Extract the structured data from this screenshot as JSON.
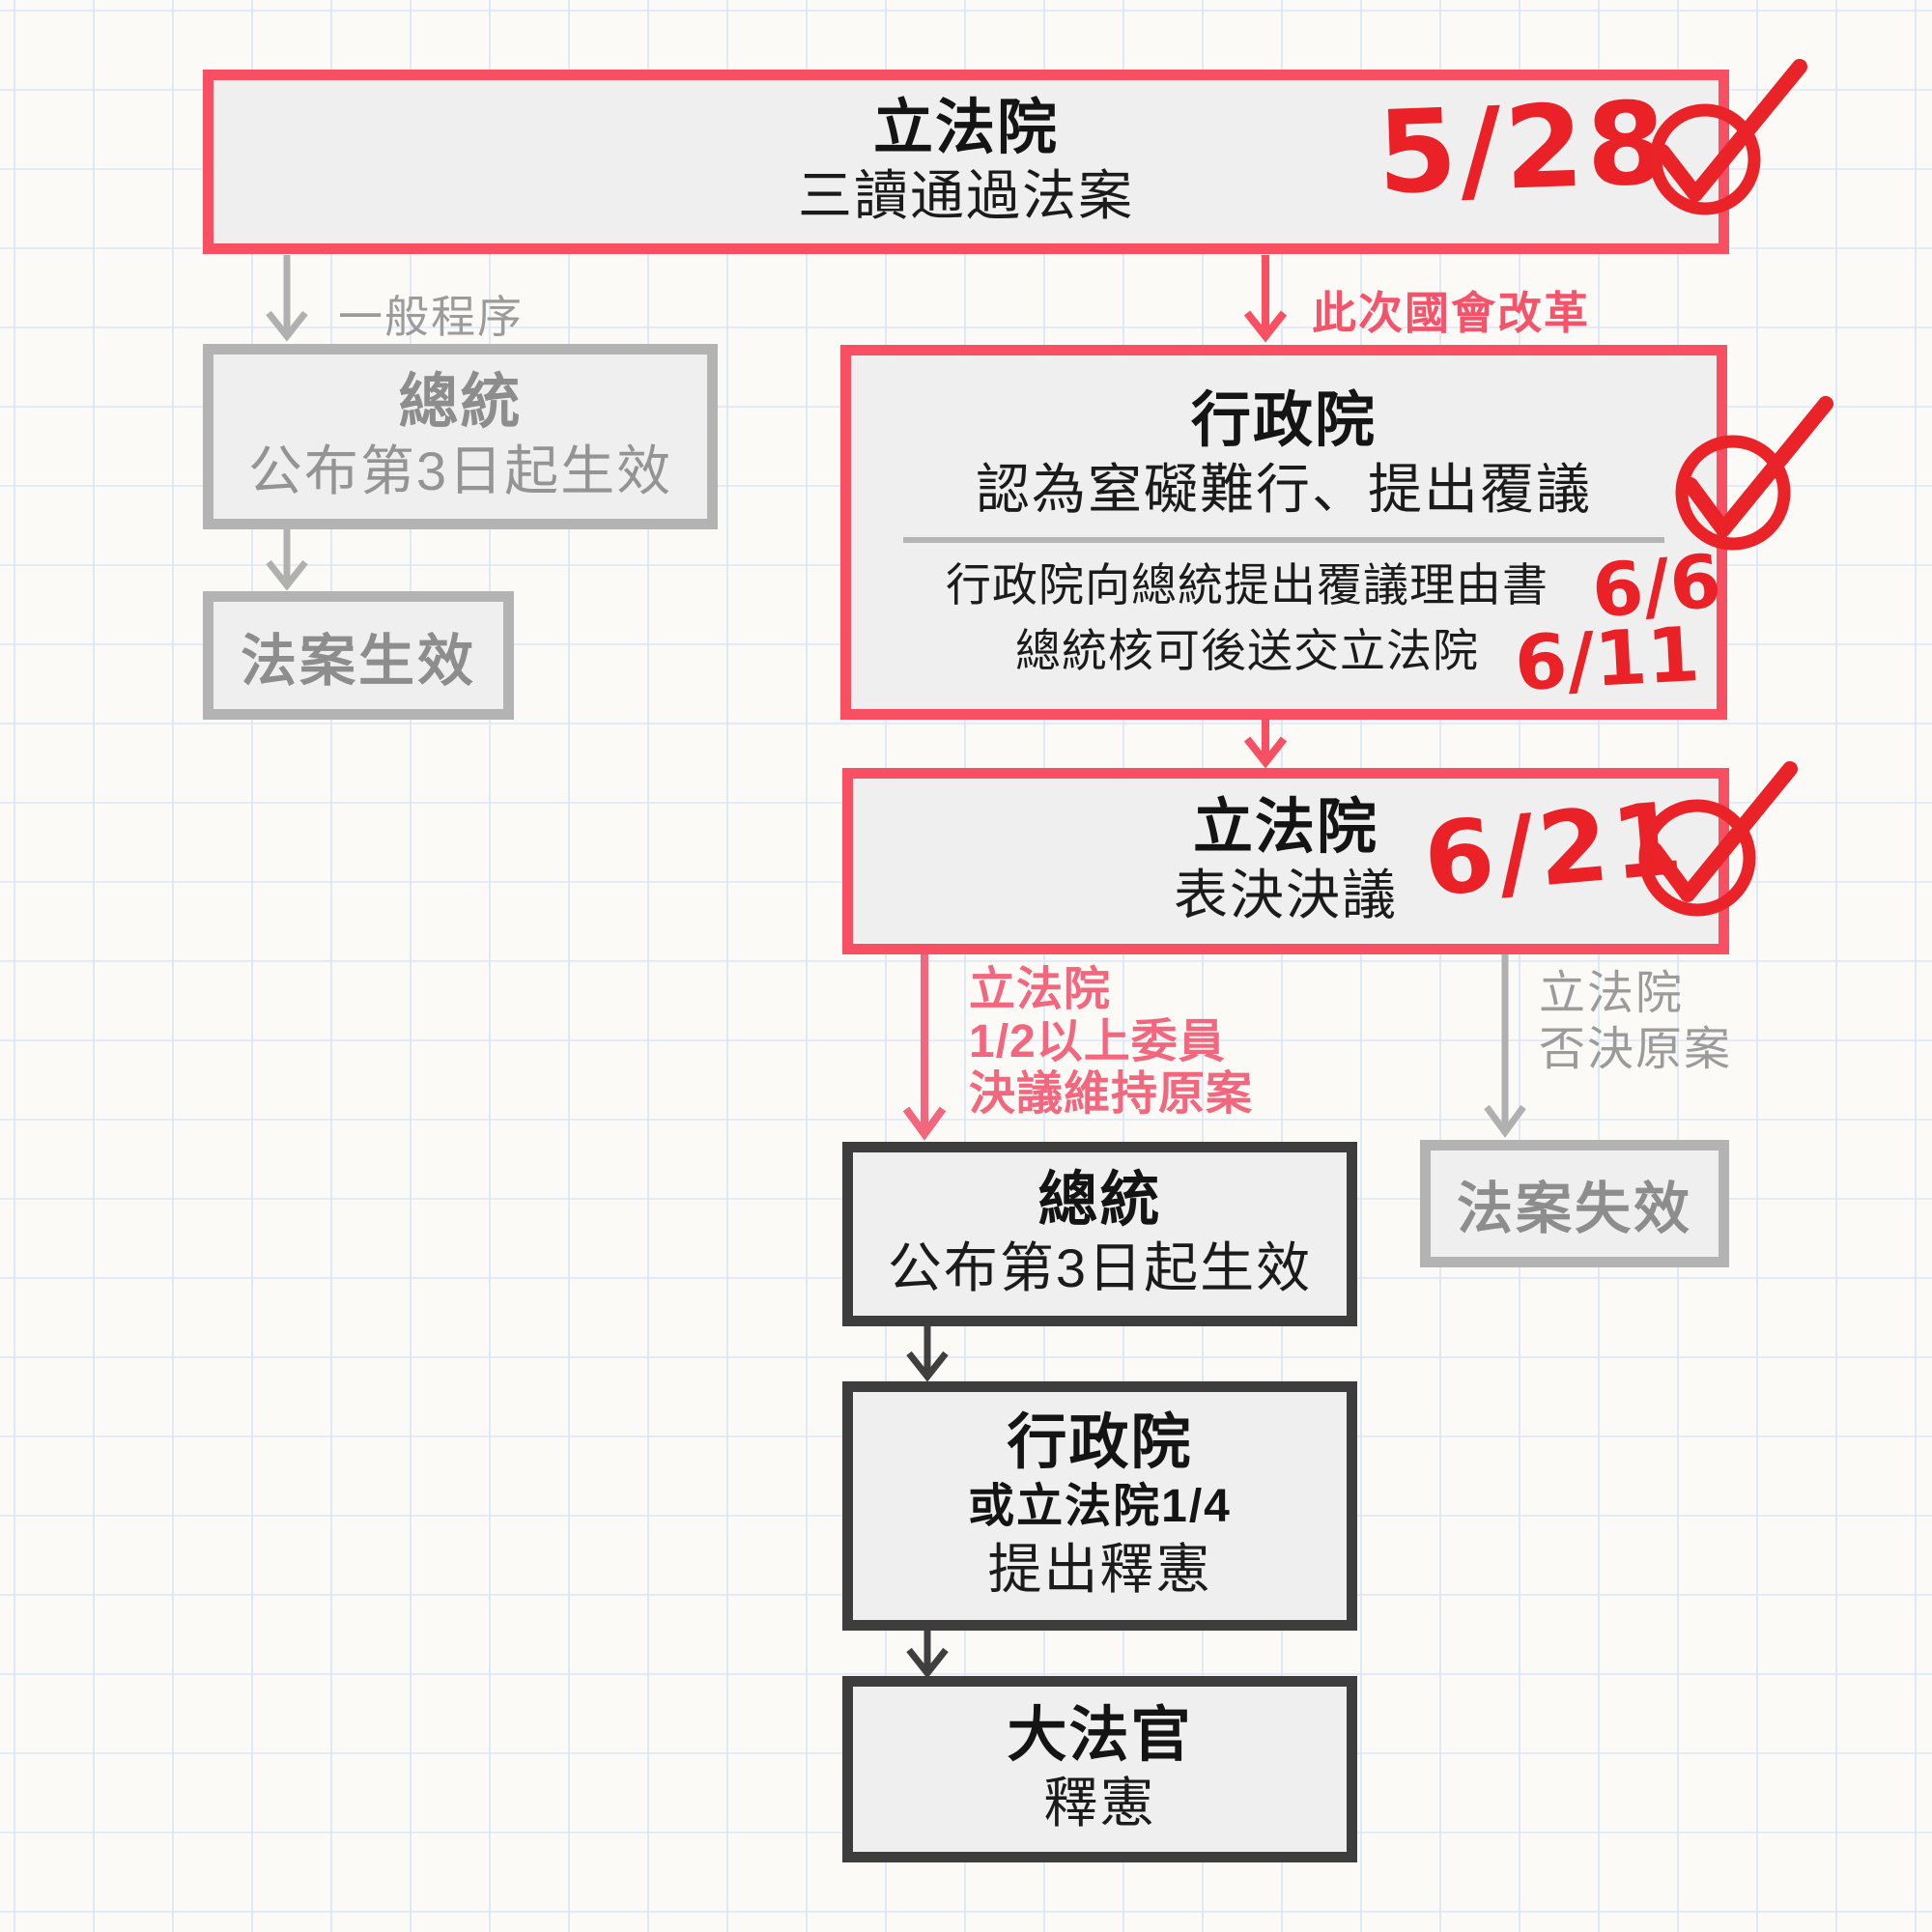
{
  "palette": {
    "paper": "#fbfaf7",
    "grid_line": "#dfe8f6",
    "box_fill": "#efefef",
    "red_border": "#f84f63",
    "gray_border": "#b3b3b3",
    "dark_border": "#3d3d3d",
    "handwriting_red": "#ea2127",
    "pink_label": "#f2677d",
    "gray_label": "#9b9b9b",
    "black_text": "#141414"
  },
  "boxes": {
    "top": {
      "title": "立法院",
      "subtitle": "三讀通過法案",
      "date": "5/28"
    },
    "president_normal": {
      "title": "總統",
      "subtitle": "公布第3日起生效"
    },
    "bill_effective": {
      "label": "法案生效"
    },
    "executive_review": {
      "title": "行政院",
      "subtitle": "認為窒礙難行、提出覆議",
      "row1": "行政院向總統提出覆議理由書",
      "row1_date": "6/6",
      "row2": "總統核可後送交立法院",
      "row2_date": "6/11"
    },
    "vote": {
      "title": "立法院",
      "subtitle": "表決決議",
      "date": "6/21"
    },
    "president_promulgate": {
      "title": "總統",
      "subtitle": "公布第3日起生效"
    },
    "constitutional_request": {
      "title": "行政院",
      "line2": "或立法院1/4",
      "line3": "提出釋憲"
    },
    "grand_justices": {
      "title": "大法官",
      "subtitle": "釋憲"
    },
    "bill_invalid": {
      "label": "法案失效"
    }
  },
  "edge_labels": {
    "general": "一般程序",
    "reform": "此次國會改革",
    "maintain": [
      "立法院",
      "1/2以上委員",
      "決議維持原案"
    ],
    "reject": [
      "立法院",
      "否決原案"
    ]
  }
}
